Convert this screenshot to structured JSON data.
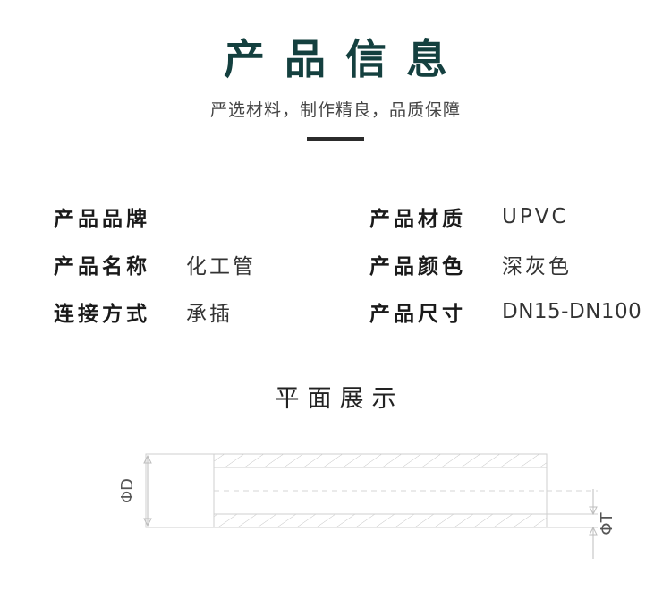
{
  "header": {
    "title": "产品信息",
    "subtitle": "严选材料，制作精良，品质保障"
  },
  "specs": {
    "left": [
      {
        "label": "产品品牌",
        "value": ""
      },
      {
        "label": "产品名称",
        "value": "化工管"
      },
      {
        "label": "连接方式",
        "value": "承插"
      }
    ],
    "right": [
      {
        "label": "产品材质",
        "value": "UPVC"
      },
      {
        "label": "产品颜色",
        "value": "深灰色"
      },
      {
        "label": "产品尺寸",
        "value": "DN15-DN100"
      }
    ]
  },
  "drawing": {
    "section_title": "平面展示",
    "diameter_label": "ΦD",
    "thickness_label": "ΦT"
  },
  "colors": {
    "title": "#14403f",
    "line": "#c8c8c8",
    "dim": "#bdbdbd"
  }
}
